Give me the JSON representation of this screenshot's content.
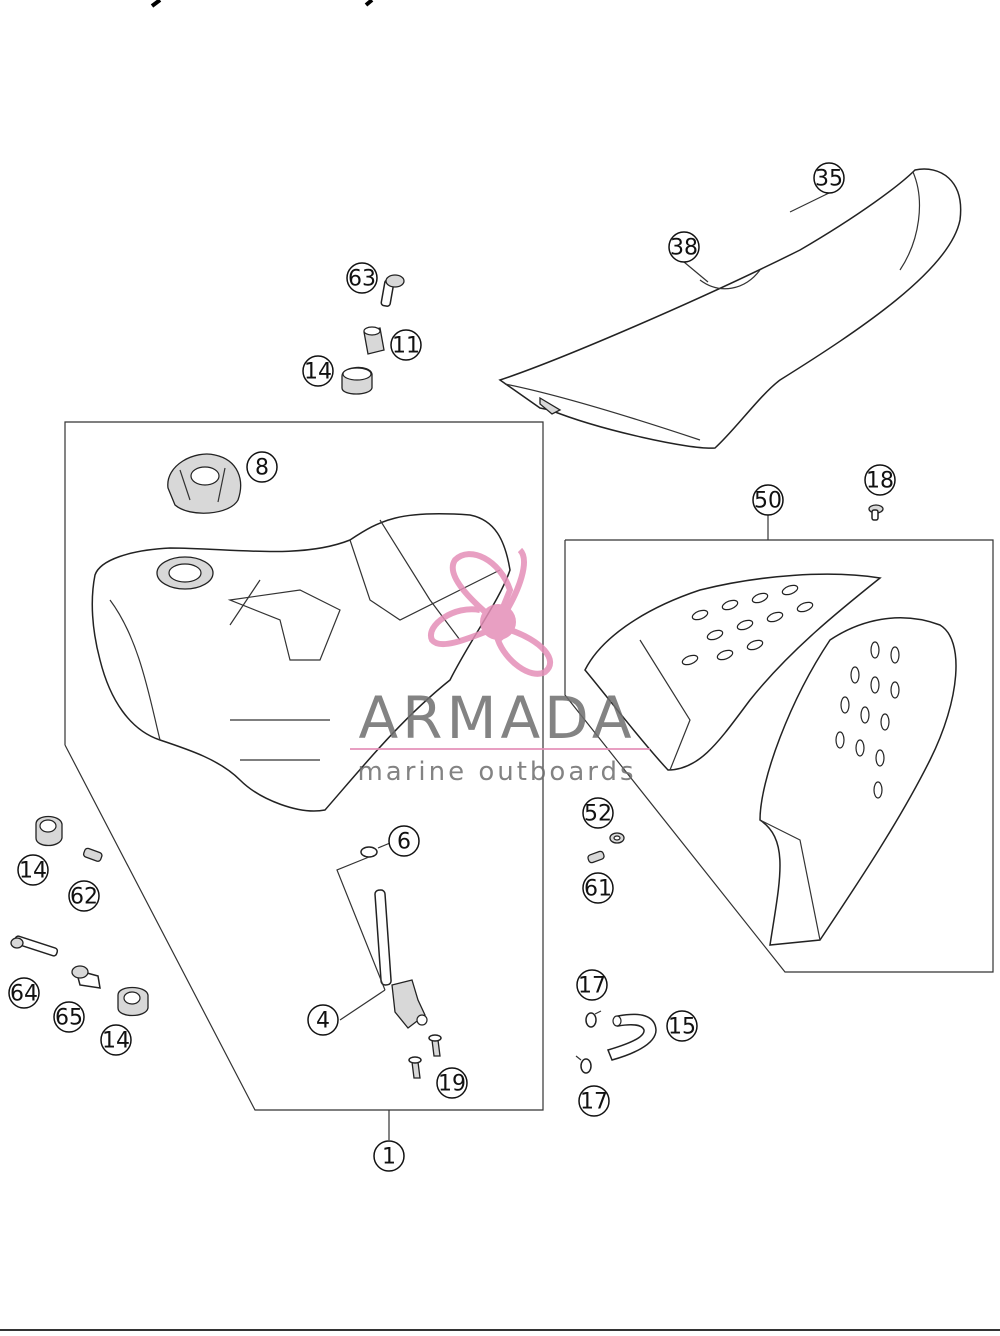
{
  "callouts": {
    "c1": "1",
    "c4": "4",
    "c6": "6",
    "c8": "8",
    "c11": "11",
    "c14a": "14",
    "c14b": "14",
    "c14c": "14",
    "c15": "15",
    "c17a": "17",
    "c17b": "17",
    "c18": "18",
    "c19": "19",
    "c35": "35",
    "c38": "38",
    "c50": "50",
    "c52": "52",
    "c61": "61",
    "c62": "62",
    "c63": "63",
    "c64": "64",
    "c65": "65"
  },
  "watermark": {
    "brand": "ARMADA",
    "tagline": "marine outboards"
  },
  "colors": {
    "logo_pink": "#e58fb8",
    "watermark_text": "#6e6e6e",
    "line_art": "#222222"
  }
}
